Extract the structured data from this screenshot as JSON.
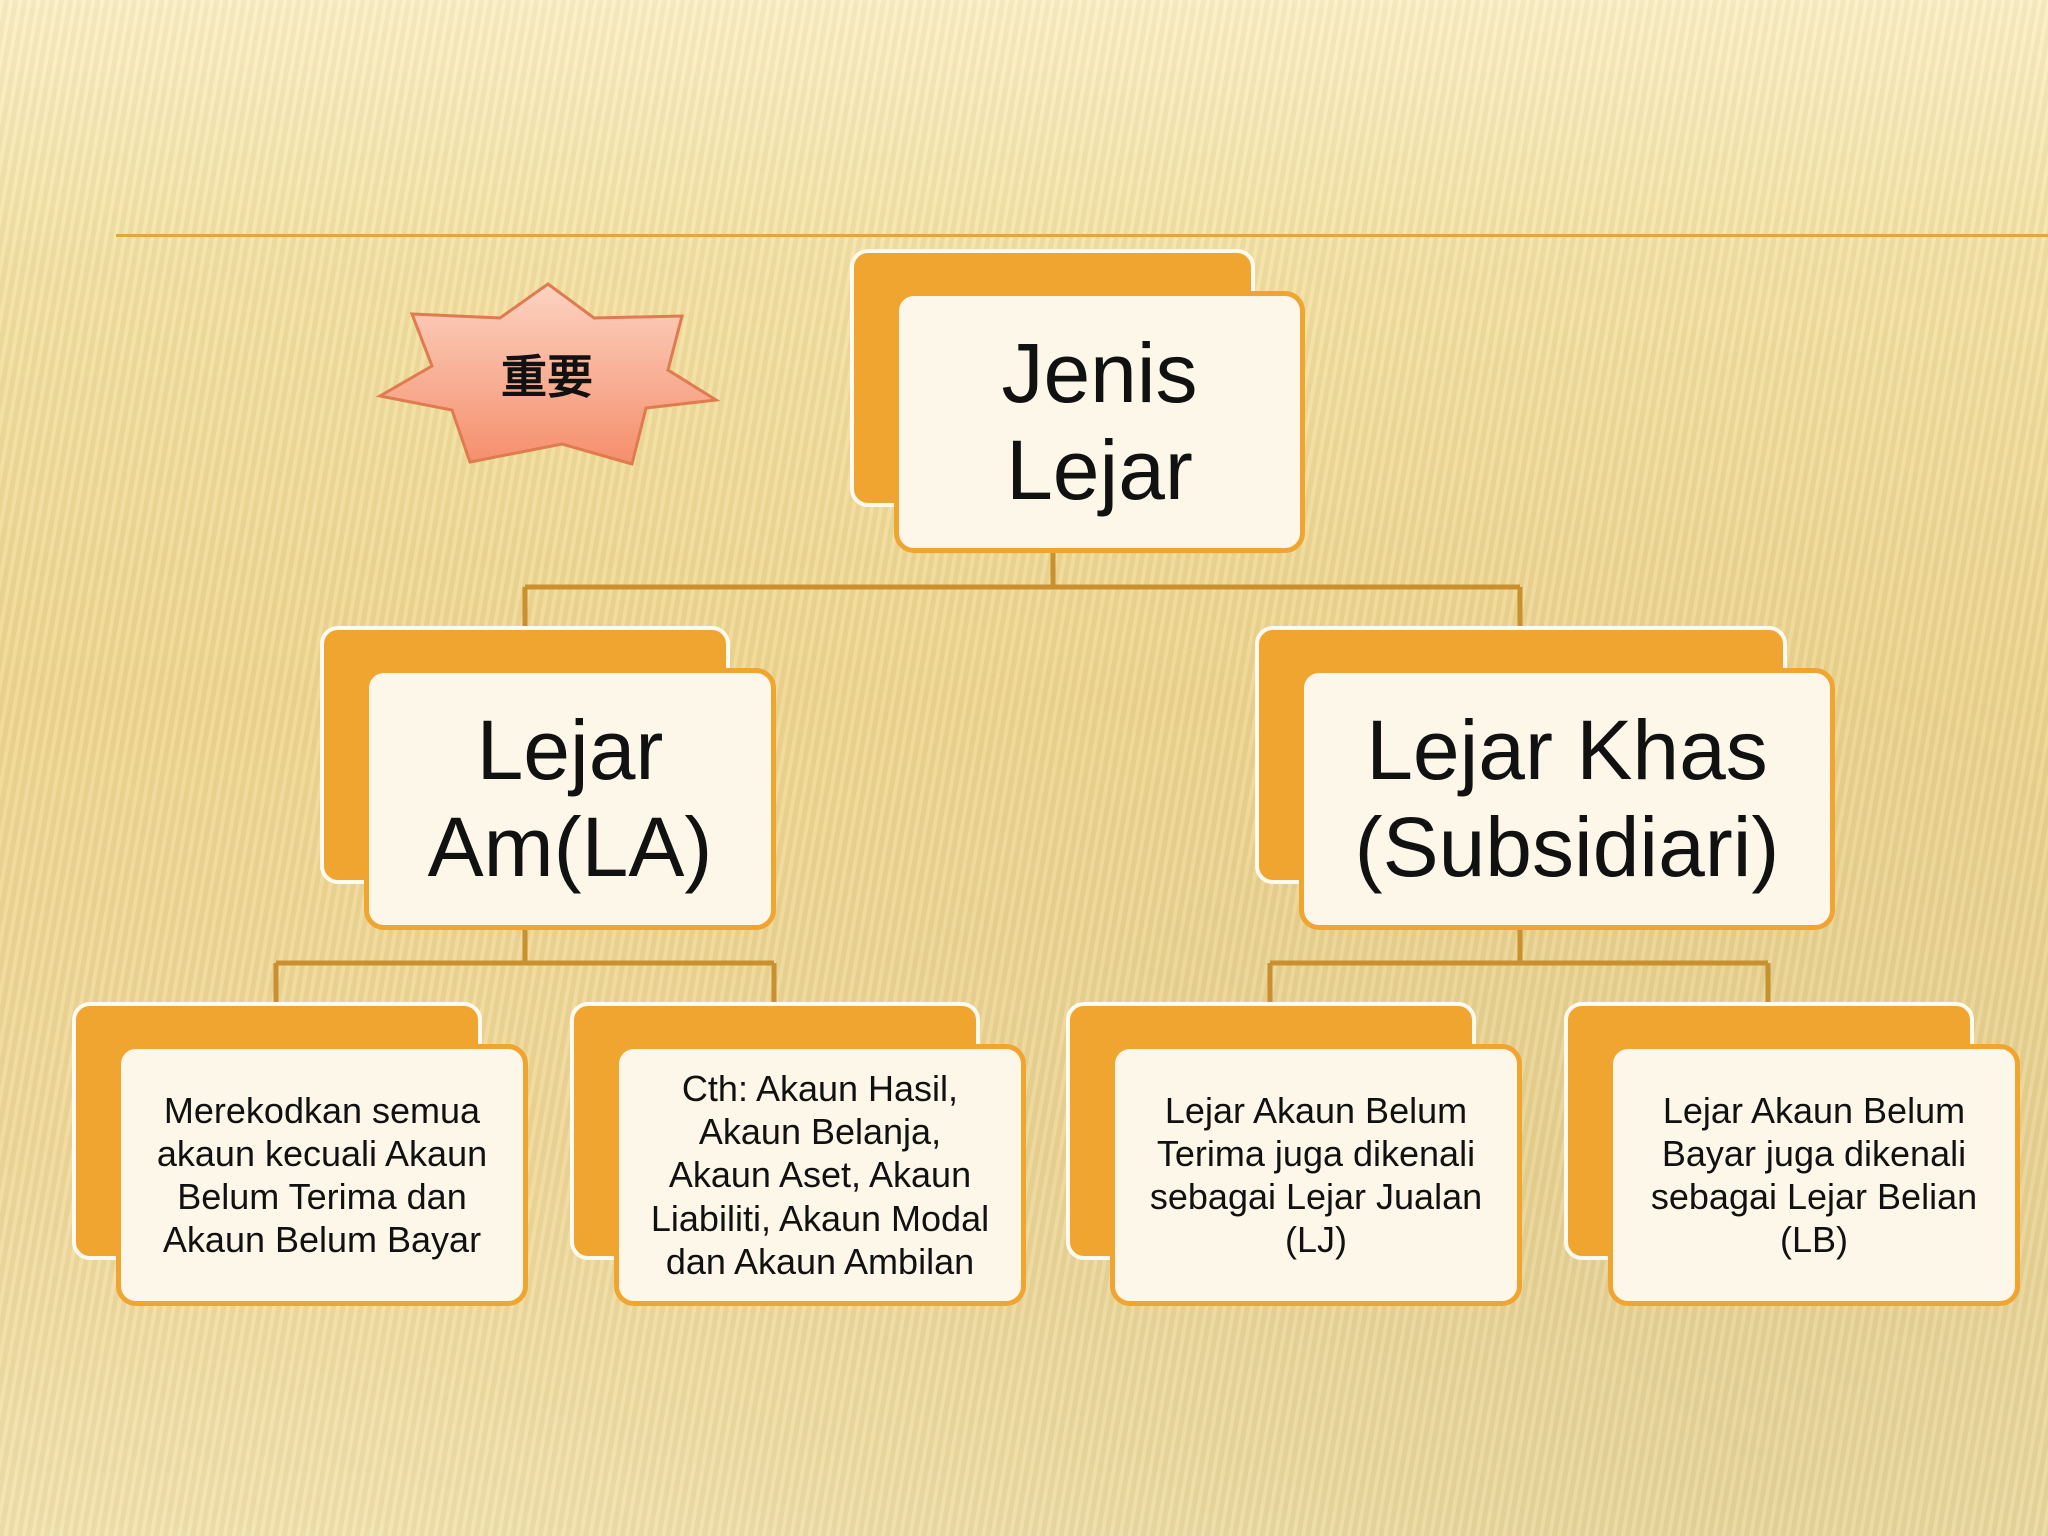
{
  "badge": {
    "label": "重要"
  },
  "diagram": {
    "root": {
      "label": "Jenis\nLejar"
    },
    "left": {
      "label": "Lejar\nAm(LA)"
    },
    "right": {
      "label": "Lejar Khas\n(Subsidiari)"
    },
    "leaves": [
      {
        "label": "Merekodkan semua\nakaun kecuali Akaun\nBelum Terima dan\nAkaun Belum Bayar"
      },
      {
        "label": "Cth: Akaun Hasil,\nAkaun Belanja,\nAkaun Aset, Akaun\nLiabiliti, Akaun Modal\ndan Akaun Ambilan"
      },
      {
        "label": "Lejar Akaun Belum\nTerima juga dikenali\nsebagai Lejar Jualan\n(LJ)"
      },
      {
        "label": "Lejar Akaun Belum\nBayar juga dikenali\nsebagai Lejar Belian\n(LB)"
      }
    ]
  },
  "colors": {
    "accent": "#f0a531",
    "connector": "#c8902e",
    "badge_fill": "#f7a184"
  }
}
